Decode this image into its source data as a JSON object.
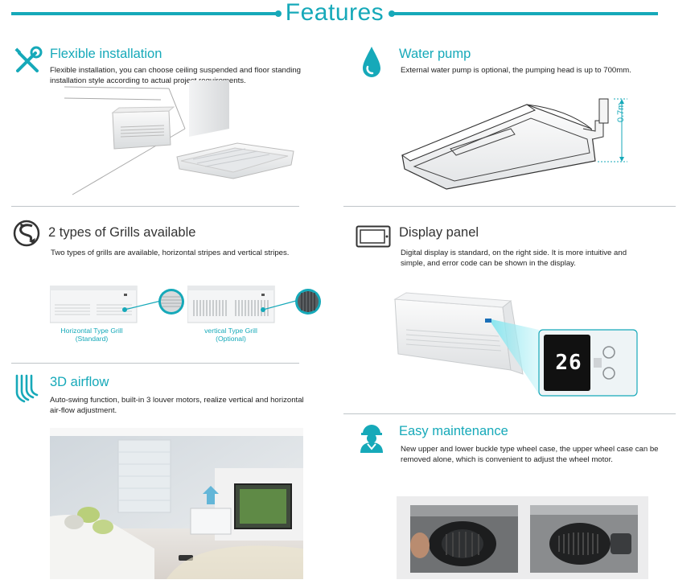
{
  "header": {
    "title": "Features"
  },
  "colors": {
    "accent": "#16a9b9",
    "text": "#222222",
    "divider": "#bfc4c8"
  },
  "sections": {
    "flexible": {
      "icon": "wrench-screwdriver-icon",
      "title": "Flexible installation",
      "desc": "Flexible installation, you can choose ceiling suspended and floor standing installation style according to actual project requirements."
    },
    "water_pump": {
      "icon": "water-drop-icon",
      "title": "Water pump",
      "desc": "External water pump is optional, the pumping head is up to 700mm.",
      "dimension_label": "0.7m"
    },
    "grills": {
      "icon": "recycle-s-icon",
      "title": "2 types of Grills available",
      "desc": "Two types of grills are available, horizontal stripes and vertical stripes.",
      "caption_horizontal_1": "Horizontal Type Grill",
      "caption_horizontal_2": "(Standard)",
      "caption_vertical_1": "vertical Type Grill",
      "caption_vertical_2": "(Optional)"
    },
    "display": {
      "icon": "display-panel-icon",
      "title": "Display panel",
      "desc_1": "Digital display is standard,  on the right side. It is more intuitive and",
      "desc_2": "simple, and error code can be shown in the display.",
      "readout": "26"
    },
    "airflow": {
      "icon": "airflow-waves-icon",
      "title": "3D airflow",
      "desc": "Auto-swing function, built-in 3 louver motors, realize vertical and horizontal air-flow adjustment."
    },
    "maintenance": {
      "icon": "worker-icon",
      "title": "Easy maintenance",
      "desc": "New upper and lower buckle type wheel case, the upper wheel case can be removed alone, which is convenient to adjust the wheel motor."
    }
  }
}
